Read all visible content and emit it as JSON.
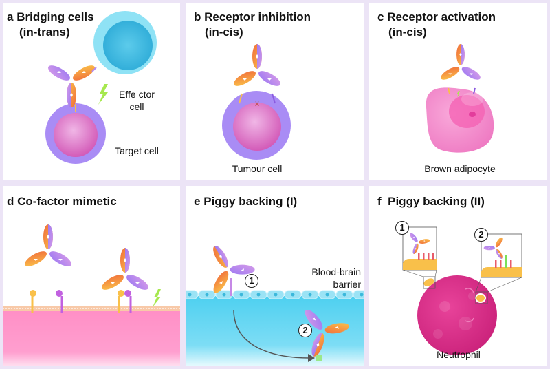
{
  "panels": {
    "a": {
      "letter": "a",
      "title": "Bridging cells",
      "subtitle": "(in-trans)",
      "labels": {
        "effector_line1": "Effe ctor",
        "effector_line2": "cell",
        "target": "Target cell"
      }
    },
    "b": {
      "letter": "b",
      "title": "Receptor inhibition",
      "subtitle": "(in-cis)",
      "labels": {
        "cell": "Tumour cell",
        "block_mark": "x"
      }
    },
    "c": {
      "letter": "c",
      "title": "Receptor activation",
      "subtitle": "(in-cis)",
      "labels": {
        "cell": "Brown adipocyte"
      }
    },
    "d": {
      "letter": "d",
      "title": "Co-factor mimetic"
    },
    "e": {
      "letter": "e",
      "title": "Piggy backing (I)",
      "labels": {
        "barrier_line1": "Blood-brain",
        "barrier_line2": "barrier",
        "step1": "1",
        "step2": "2"
      }
    },
    "f": {
      "letter": "f",
      "title": "Piggy backing (II)",
      "labels": {
        "cell": "Neutrophil",
        "step1": "1",
        "step2": "2"
      }
    }
  },
  "colors": {
    "background": "#ECE4F6",
    "antibody_orange": "#F47B3A",
    "antibody_yellow": "#F9C04A",
    "antibody_purple": "#B58AF0",
    "effector_cell": "#7FDDF2",
    "target_cell": "#A88BF4",
    "nucleus": "#D86BC4",
    "adipocyte": "#F28ACB",
    "membrane_pink": "#FF96C8",
    "bbb_blue": "#4FD3F0",
    "neutrophil": "#E0358A",
    "signal_green": "#9BE34A"
  }
}
